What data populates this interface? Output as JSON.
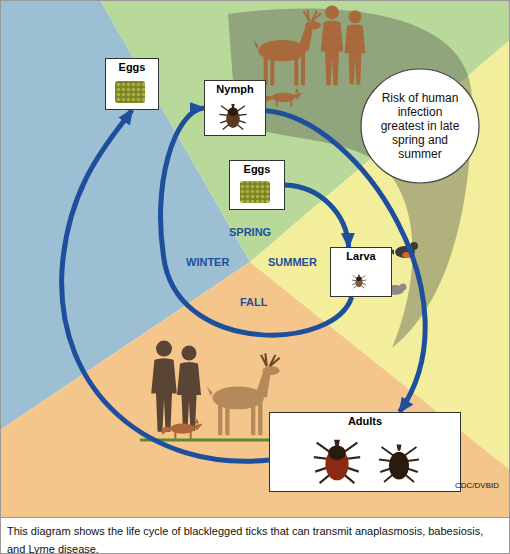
{
  "diagram": {
    "caption": "This diagram shows the life cycle of blacklegged ticks that can transmit anaplasmosis, babesiosis, and Lyme disease.",
    "nodes": [
      {
        "text": [
          "Eggs"
        ]
      },
      {
        "text": [
          "Nymph"
        ]
      },
      {
        "text": [
          "Risk of human infection greatest in late spring and summer"
        ]
      },
      {
        "text": [
          "Eggs"
        ]
      },
      {
        "text": [
          "Larva"
        ]
      },
      {
        "text": [
          "Adults"
        ]
      }
    ],
    "edges": [
      {
        "from": 3,
        "to": 4,
        "arrow": "to"
      },
      {
        "from": 4,
        "to": 1,
        "arrow": "to"
      },
      {
        "from": 1,
        "to": 5,
        "arrow": "to"
      },
      {
        "from": 5,
        "to": 0,
        "arrow": "to"
      }
    ],
    "labels": [
      "SPRING",
      "SUMMER",
      "FALL",
      "WINTER",
      "CDC/DVBID"
    ]
  }
}
